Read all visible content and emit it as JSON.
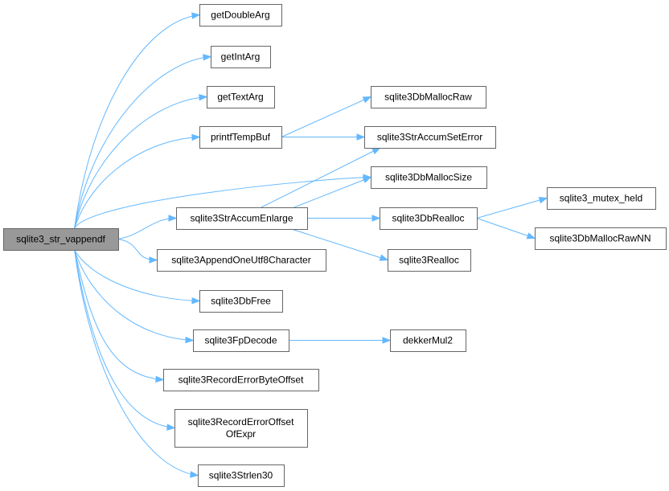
{
  "graph": {
    "root": "sqlite3_str_vappendf",
    "nodes": [
      {
        "id": "sqlite3_str_vappendf",
        "lines": [
          "sqlite3_str_vappendf"
        ]
      },
      {
        "id": "getDoubleArg",
        "lines": [
          "getDoubleArg"
        ]
      },
      {
        "id": "getIntArg",
        "lines": [
          "getIntArg"
        ]
      },
      {
        "id": "getTextArg",
        "lines": [
          "getTextArg"
        ]
      },
      {
        "id": "printfTempBuf",
        "lines": [
          "printfTempBuf"
        ]
      },
      {
        "id": "sqlite3StrAccumEnlarge",
        "lines": [
          "sqlite3StrAccumEnlarge"
        ]
      },
      {
        "id": "sqlite3AppendOneUtf8Character",
        "lines": [
          "sqlite3AppendOneUtf8Character"
        ]
      },
      {
        "id": "sqlite3DbFree",
        "lines": [
          "sqlite3DbFree"
        ]
      },
      {
        "id": "sqlite3FpDecode",
        "lines": [
          "sqlite3FpDecode"
        ]
      },
      {
        "id": "sqlite3RecordErrorByteOffset",
        "lines": [
          "sqlite3RecordErrorByteOffset"
        ]
      },
      {
        "id": "sqlite3RecordErrorOffsetOfExpr",
        "lines": [
          "sqlite3RecordErrorOffset",
          "OfExpr"
        ]
      },
      {
        "id": "sqlite3Strlen30",
        "lines": [
          "sqlite3Strlen30"
        ]
      },
      {
        "id": "sqlite3DbMallocRaw",
        "lines": [
          "sqlite3DbMallocRaw"
        ]
      },
      {
        "id": "sqlite3StrAccumSetError",
        "lines": [
          "sqlite3StrAccumSetError"
        ]
      },
      {
        "id": "sqlite3DbMallocSize",
        "lines": [
          "sqlite3DbMallocSize"
        ]
      },
      {
        "id": "sqlite3DbRealloc",
        "lines": [
          "sqlite3DbRealloc"
        ]
      },
      {
        "id": "sqlite3Realloc",
        "lines": [
          "sqlite3Realloc"
        ]
      },
      {
        "id": "dekkerMul2",
        "lines": [
          "dekkerMul2"
        ]
      },
      {
        "id": "sqlite3_mutex_held",
        "lines": [
          "sqlite3_mutex_held"
        ]
      },
      {
        "id": "sqlite3DbMallocRawNN",
        "lines": [
          "sqlite3DbMallocRawNN"
        ]
      }
    ],
    "edges": [
      {
        "from": "sqlite3_str_vappendf",
        "to": "getDoubleArg"
      },
      {
        "from": "sqlite3_str_vappendf",
        "to": "getIntArg"
      },
      {
        "from": "sqlite3_str_vappendf",
        "to": "getTextArg"
      },
      {
        "from": "sqlite3_str_vappendf",
        "to": "printfTempBuf"
      },
      {
        "from": "sqlite3_str_vappendf",
        "to": "sqlite3DbMallocSize"
      },
      {
        "from": "sqlite3_str_vappendf",
        "to": "sqlite3StrAccumEnlarge"
      },
      {
        "from": "sqlite3_str_vappendf",
        "to": "sqlite3AppendOneUtf8Character"
      },
      {
        "from": "sqlite3_str_vappendf",
        "to": "sqlite3DbFree"
      },
      {
        "from": "sqlite3_str_vappendf",
        "to": "sqlite3FpDecode"
      },
      {
        "from": "sqlite3_str_vappendf",
        "to": "sqlite3RecordErrorByteOffset"
      },
      {
        "from": "sqlite3_str_vappendf",
        "to": "sqlite3RecordErrorOffsetOfExpr"
      },
      {
        "from": "sqlite3_str_vappendf",
        "to": "sqlite3Strlen30"
      },
      {
        "from": "printfTempBuf",
        "to": "sqlite3DbMallocRaw"
      },
      {
        "from": "printfTempBuf",
        "to": "sqlite3StrAccumSetError"
      },
      {
        "from": "sqlite3StrAccumEnlarge",
        "to": "sqlite3StrAccumSetError"
      },
      {
        "from": "sqlite3StrAccumEnlarge",
        "to": "sqlite3DbMallocSize"
      },
      {
        "from": "sqlite3StrAccumEnlarge",
        "to": "sqlite3DbRealloc"
      },
      {
        "from": "sqlite3StrAccumEnlarge",
        "to": "sqlite3Realloc"
      },
      {
        "from": "sqlite3FpDecode",
        "to": "dekkerMul2"
      },
      {
        "from": "sqlite3DbRealloc",
        "to": "sqlite3_mutex_held"
      },
      {
        "from": "sqlite3DbRealloc",
        "to": "sqlite3DbMallocRawNN"
      }
    ]
  },
  "colors": {
    "edge": "#63b8ff",
    "node_border": "#666666",
    "root_fill": "#999999",
    "node_fill": "#ffffff"
  }
}
